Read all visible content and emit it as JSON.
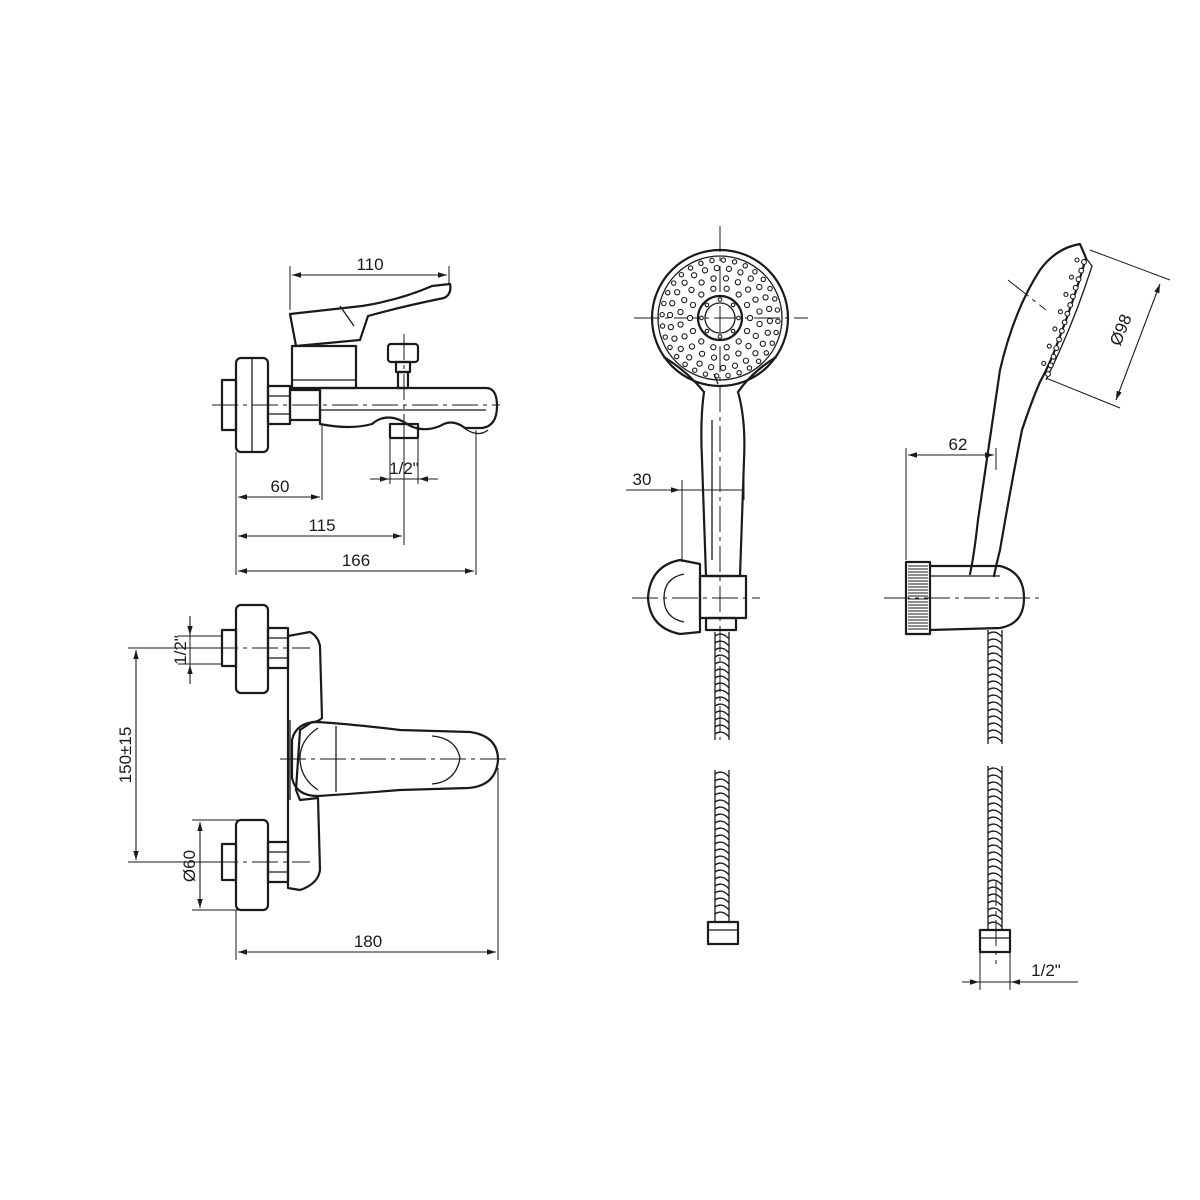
{
  "dimensions": {
    "mixer_front": {
      "lever_width": "110",
      "inlet_to_body": "60",
      "inlet_to_spout_outlet": "115",
      "overall_depth": "166",
      "spout_thread": "1/2\""
    },
    "mixer_top": {
      "inlet_thread": "1/2\"",
      "inlet_spacing": "150±15",
      "flange_diameter": "Ø60",
      "overall_length": "180"
    },
    "hand_shower_front": {
      "handle_width": "30"
    },
    "hand_shower_side": {
      "head_diameter": "Ø98",
      "holder_projection": "62",
      "hose_thread": "1/2\""
    }
  }
}
